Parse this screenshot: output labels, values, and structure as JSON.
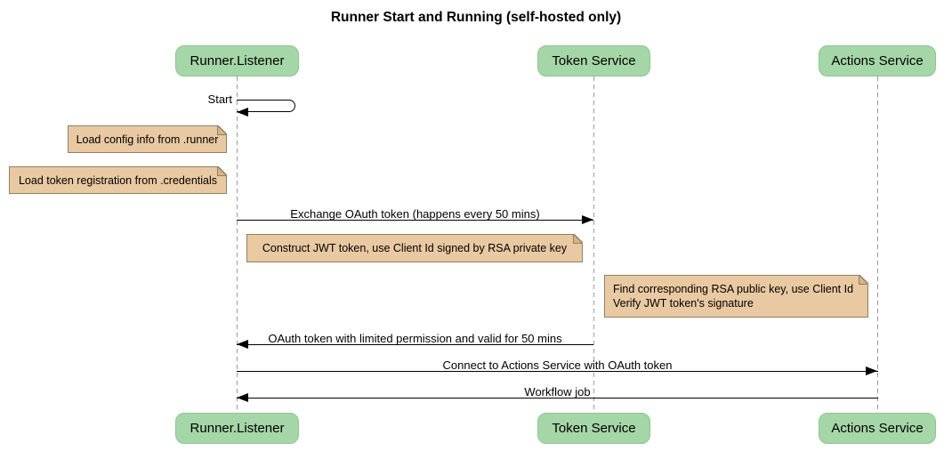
{
  "title": "Runner Start and Running (self-hosted only)",
  "participants": [
    {
      "label": "Runner.Listener"
    },
    {
      "label": "Token Service"
    },
    {
      "label": "Actions Service"
    }
  ],
  "messages": [
    {
      "label": "Start",
      "from": "Runner.Listener",
      "to": "Runner.Listener",
      "kind": "self-message"
    },
    {
      "label": "Exchange OAuth token (happens every 50 mins)",
      "from": "Runner.Listener",
      "to": "Token Service",
      "kind": "arrow-right"
    },
    {
      "label": "OAuth token with limited permission and valid for 50 mins",
      "from": "Token Service",
      "to": "Runner.Listener",
      "kind": "arrow-left"
    },
    {
      "label": "Connect to Actions Service with OAuth token",
      "from": "Runner.Listener",
      "to": "Actions Service",
      "kind": "arrow-right"
    },
    {
      "label": "Workflow job",
      "from": "Actions Service",
      "to": "Runner.Listener",
      "kind": "arrow-left"
    }
  ],
  "notes": [
    {
      "placement": "left of Runner.Listener",
      "lines": [
        "Load config info from .runner"
      ]
    },
    {
      "placement": "left of Runner.Listener",
      "lines": [
        "Load token registration from .credentials"
      ]
    },
    {
      "placement": "over Runner.Listener to Token Service",
      "lines": [
        "Construct JWT token, use Client Id signed by RSA private key"
      ]
    },
    {
      "placement": "left of Actions Service",
      "lines": [
        "Find corresponding RSA public key, use Client Id",
        "Verify JWT token's signature"
      ]
    }
  ],
  "colors": {
    "participant_fill": "#a5d6a7",
    "participant_border": "#8fc591",
    "note_fill": "#e9c9a2",
    "note_fold": "#d8b287",
    "note_border": "#8e8066",
    "lifeline": "#999999",
    "arrow": "#000000"
  }
}
